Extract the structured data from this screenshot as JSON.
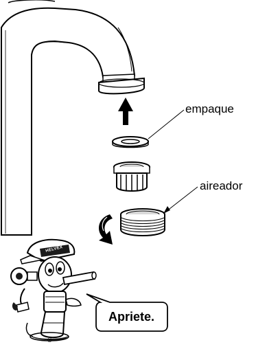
{
  "labels": {
    "gasket": "empaque",
    "aerator": "aireador",
    "instruction": "Apriete."
  },
  "mascot": {
    "brand": "HELVEX",
    "registered_mark": "®"
  },
  "icons": {
    "up_arrow": "arrow-up-icon",
    "rotate_arrow": "rotate-clockwise-icon"
  },
  "colors": {
    "line": "#000000",
    "fill_light": "#ffffff",
    "shade": "#d9d9d9",
    "dark": "#1a1a1a"
  }
}
